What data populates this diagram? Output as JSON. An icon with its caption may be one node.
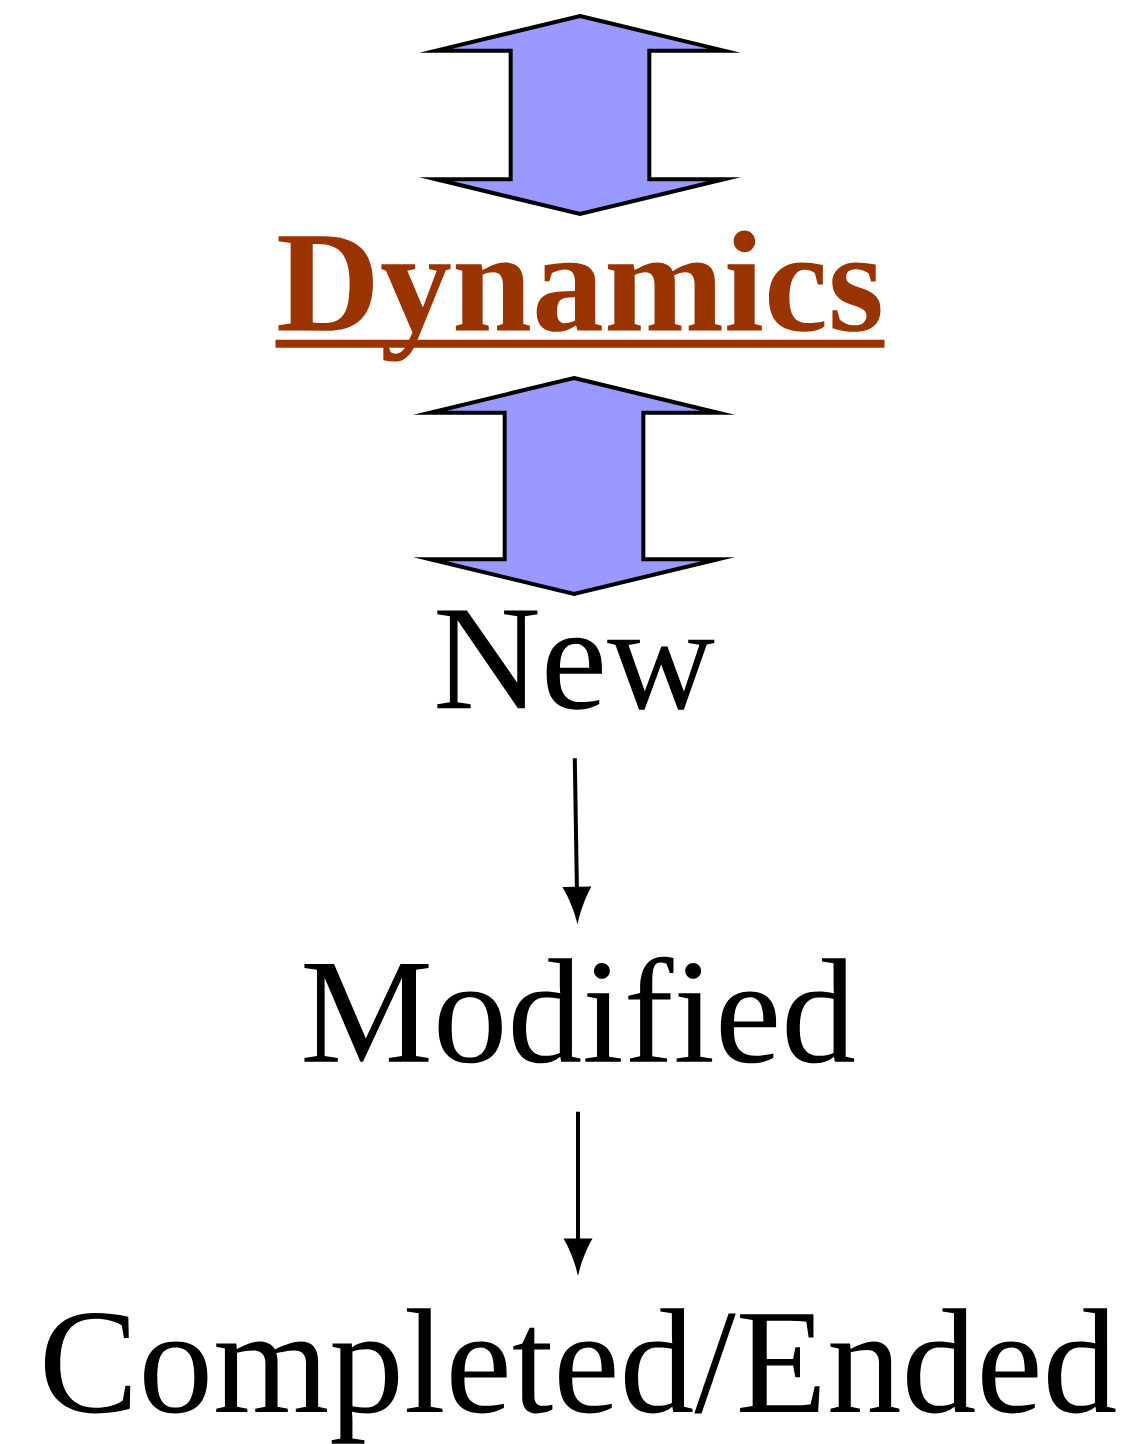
{
  "diagram": {
    "nodes": [
      {
        "text": [
          "Dynamics"
        ]
      },
      {
        "text": [
          "New"
        ]
      },
      {
        "text": [
          "Modified"
        ]
      },
      {
        "text": [
          "Completed/Ended"
        ]
      }
    ],
    "edges": [
      {
        "from": null,
        "to": 0,
        "arrow": "both",
        "style": "thick",
        "color": "#9999ff"
      },
      {
        "from": 0,
        "to": 1,
        "arrow": "both",
        "style": "thick",
        "color": "#9999ff"
      },
      {
        "from": 1,
        "to": 2,
        "arrow": "to"
      },
      {
        "from": 2,
        "to": 3,
        "arrow": "to"
      }
    ]
  }
}
